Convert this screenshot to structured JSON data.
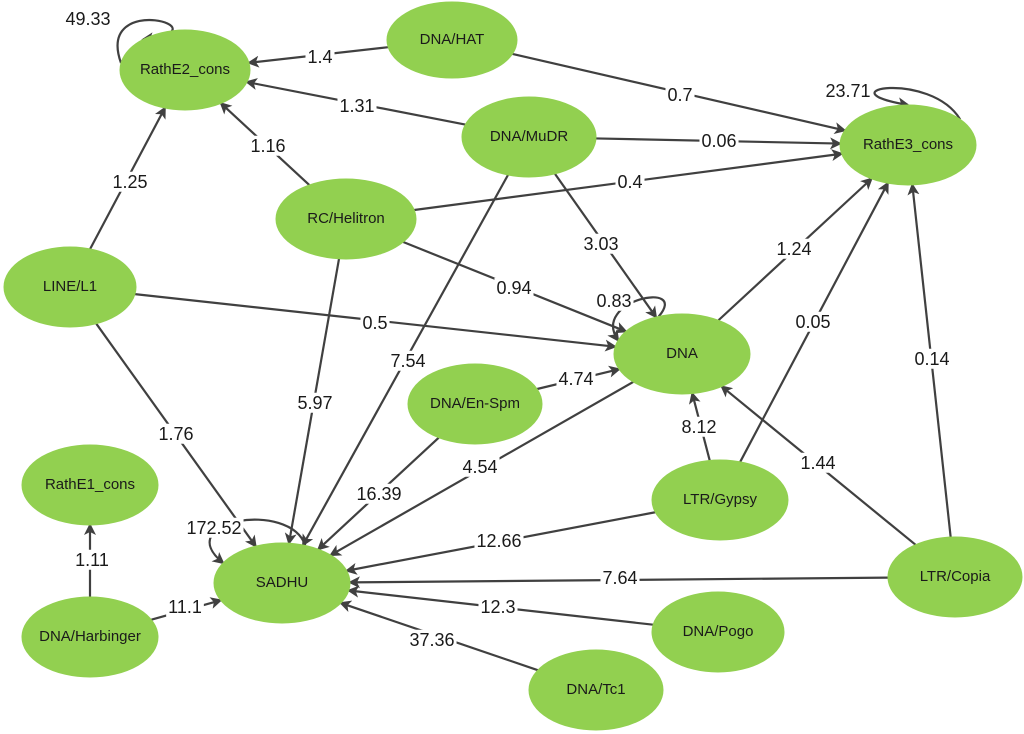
{
  "nodes": [
    {
      "id": "RathE2_cons",
      "label": "RathE2_cons"
    },
    {
      "id": "DNA/HAT",
      "label": "DNA/HAT"
    },
    {
      "id": "RathE3_cons",
      "label": "RathE3_cons"
    },
    {
      "id": "DNA/MuDR",
      "label": "DNA/MuDR"
    },
    {
      "id": "RC/Helitron",
      "label": "RC/Helitron"
    },
    {
      "id": "LINE/L1",
      "label": "LINE/L1"
    },
    {
      "id": "DNA",
      "label": "DNA"
    },
    {
      "id": "DNA/En-Spm",
      "label": "DNA/En-Spm"
    },
    {
      "id": "RathE1_cons",
      "label": "RathE1_cons"
    },
    {
      "id": "LTR/Gypsy",
      "label": "LTR/Gypsy"
    },
    {
      "id": "SADHU",
      "label": "SADHU"
    },
    {
      "id": "LTR/Copia",
      "label": "LTR/Copia"
    },
    {
      "id": "DNA/Harbinger",
      "label": "DNA/Harbinger"
    },
    {
      "id": "DNA/Pogo",
      "label": "DNA/Pogo"
    },
    {
      "id": "DNA/Tc1",
      "label": "DNA/Tc1"
    }
  ],
  "edges": [
    {
      "from": "RathE2_cons",
      "to": "RathE2_cons",
      "label": "49.33"
    },
    {
      "from": "DNA/HAT",
      "to": "RathE2_cons",
      "label": "1.4"
    },
    {
      "from": "DNA/HAT",
      "to": "RathE3_cons",
      "label": "0.7"
    },
    {
      "from": "RathE3_cons",
      "to": "RathE3_cons",
      "label": "23.71"
    },
    {
      "from": "DNA/MuDR",
      "to": "RathE2_cons",
      "label": "1.31"
    },
    {
      "from": "DNA/MuDR",
      "to": "RathE3_cons",
      "label": "0.06"
    },
    {
      "from": "DNA/MuDR",
      "to": "DNA",
      "label": "3.03"
    },
    {
      "from": "DNA/MuDR",
      "to": "SADHU",
      "label": "7.54"
    },
    {
      "from": "RC/Helitron",
      "to": "RathE2_cons",
      "label": "1.16"
    },
    {
      "from": "RC/Helitron",
      "to": "RathE3_cons",
      "label": "0.4"
    },
    {
      "from": "RC/Helitron",
      "to": "DNA",
      "label": "0.94"
    },
    {
      "from": "RC/Helitron",
      "to": "SADHU",
      "label": "5.97"
    },
    {
      "from": "LINE/L1",
      "to": "RathE2_cons",
      "label": "1.25"
    },
    {
      "from": "LINE/L1",
      "to": "DNA",
      "label": "0.5"
    },
    {
      "from": "LINE/L1",
      "to": "SADHU",
      "label": "1.76"
    },
    {
      "from": "DNA",
      "to": "DNA",
      "label": "0.83"
    },
    {
      "from": "DNA",
      "to": "RathE3_cons",
      "label": "1.24"
    },
    {
      "from": "DNA",
      "to": "SADHU",
      "label": "4.54"
    },
    {
      "from": "DNA/En-Spm",
      "to": "DNA",
      "label": "4.74"
    },
    {
      "from": "DNA/En-Spm",
      "to": "SADHU",
      "label": "16.39"
    },
    {
      "from": "LTR/Gypsy",
      "to": "DNA",
      "label": "8.12"
    },
    {
      "from": "LTR/Gypsy",
      "to": "RathE3_cons",
      "label": "0.05"
    },
    {
      "from": "LTR/Gypsy",
      "to": "SADHU",
      "label": "12.66"
    },
    {
      "from": "LTR/Copia",
      "to": "RathE3_cons",
      "label": "0.14"
    },
    {
      "from": "LTR/Copia",
      "to": "DNA",
      "label": "1.44"
    },
    {
      "from": "LTR/Copia",
      "to": "SADHU",
      "label": "7.64"
    },
    {
      "from": "SADHU",
      "to": "SADHU",
      "label": "172.52"
    },
    {
      "from": "DNA/Harbinger",
      "to": "RathE1_cons",
      "label": "1.11"
    },
    {
      "from": "DNA/Harbinger",
      "to": "SADHU",
      "label": "11.1"
    },
    {
      "from": "DNA/Pogo",
      "to": "SADHU",
      "label": "12.3"
    },
    {
      "from": "DNA/Tc1",
      "to": "SADHU",
      "label": "37.36"
    }
  ],
  "colors": {
    "node_fill": "#92d050",
    "edge_stroke": "#404040",
    "text": "#1a1a1a"
  }
}
